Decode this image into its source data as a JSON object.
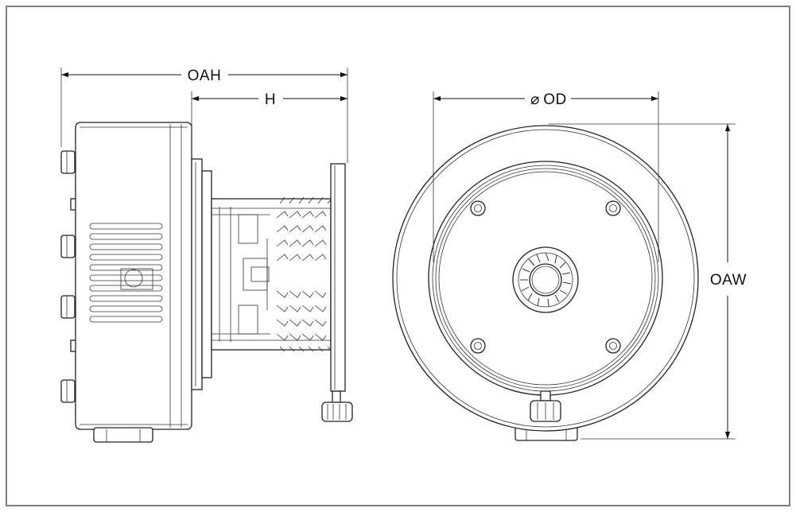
{
  "dimensions": {
    "oah": "OAH",
    "h": "H",
    "od": "OD",
    "od_symbol": "⌀",
    "oaw": "OAW"
  },
  "colors": {
    "line": "#222222",
    "background": "#ffffff",
    "frame": "#555555"
  }
}
